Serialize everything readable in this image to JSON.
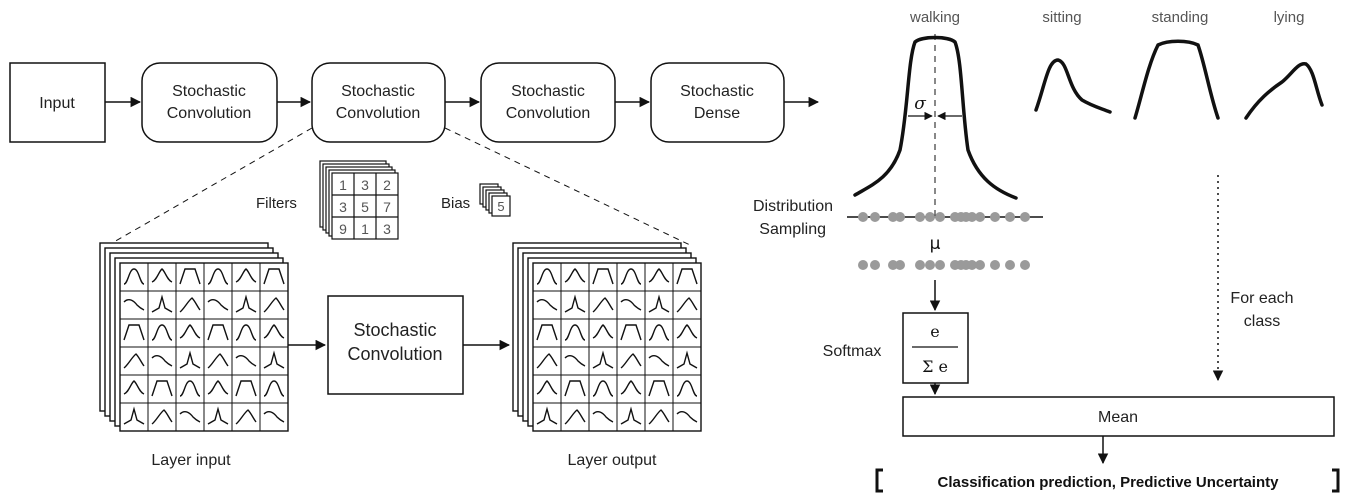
{
  "pipeline": {
    "input": "Input",
    "conv1": [
      "Stochastic",
      "Convolution"
    ],
    "conv2": [
      "Stochastic",
      "Convolution"
    ],
    "conv3": [
      "Stochastic",
      "Convolution"
    ],
    "dense": [
      "Stochastic",
      "Dense"
    ]
  },
  "detail": {
    "filters_label": "Filters",
    "filter_values": [
      "1",
      "3",
      "2",
      "3",
      "5",
      "7",
      "9",
      "1",
      "3"
    ],
    "bias_label": "Bias",
    "bias_value": "5",
    "inner_block": [
      "Stochastic",
      "Convolution"
    ],
    "layer_input": "Layer input",
    "layer_output": "Layer output"
  },
  "classes": [
    "walking",
    "sitting",
    "standing",
    "lying"
  ],
  "sigma": "σ",
  "mu": "μ",
  "sampling_label": [
    "Distribution",
    "Sampling"
  ],
  "softmax_label": "Softmax",
  "softmax_numerator": "e",
  "softmax_denominator": "Σ e",
  "for_each_class": [
    "For each",
    "class"
  ],
  "mean_label": "Mean",
  "output_label": "Classification prediction, Predictive Uncertainty"
}
